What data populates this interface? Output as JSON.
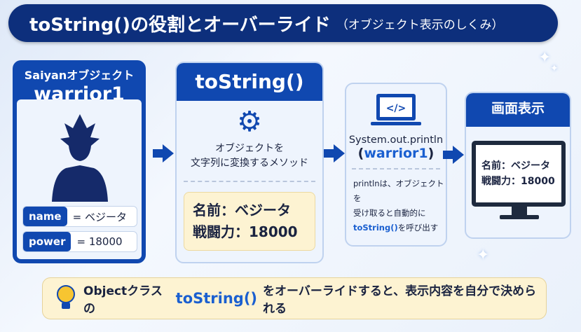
{
  "title": {
    "main": "toString()の役割とオーバーライド",
    "sub": "（オブジェクト表示のしくみ）"
  },
  "object_card": {
    "class_label": "Saiyanオブジェクト",
    "name": "warrior1",
    "fields": [
      {
        "key": "name",
        "value": "= ベジータ"
      },
      {
        "key": "power",
        "value": "= 18000"
      }
    ]
  },
  "method_card": {
    "title": "toString()",
    "desc_line1": "オブジェクトを",
    "desc_line2": "文字列に変換するメソッド",
    "result_line1": "名前：ベジータ",
    "result_line2": "戦闘力：18000"
  },
  "println_card": {
    "call": "System.out.println",
    "arg_open": "(",
    "arg": "warrior1",
    "arg_close": ")",
    "note_line1": "printlnは、オブジェクトを",
    "note_line2": "受け取ると自動的に",
    "note_method": "toString()",
    "note_tail": "を呼び出す"
  },
  "display_card": {
    "title": "画面表示",
    "line1": "名前：ベジータ",
    "line2": "戦闘力：18000"
  },
  "footer": {
    "pre": "Objectクラスの",
    "method": "toString()",
    "post": "をオーバーライドすると、表示内容を自分で決められる"
  }
}
